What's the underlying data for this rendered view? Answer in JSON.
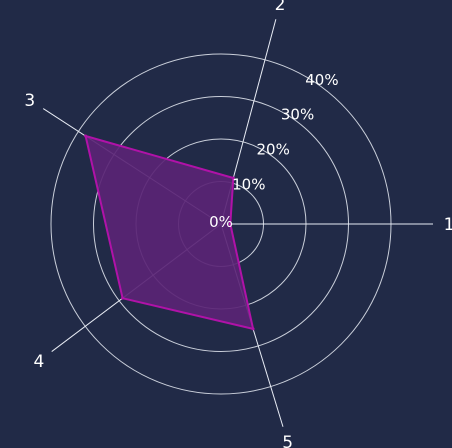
{
  "chart_data": {
    "type": "radar",
    "axes": [
      "1",
      "2",
      "3",
      "4",
      "5"
    ],
    "angles_deg": [
      0,
      75,
      147,
      217,
      287
    ],
    "series": [
      {
        "values": [
          2.2,
          11.2,
          38.0,
          29.0,
          25.8
        ]
      }
    ],
    "radial_ticks": [
      {
        "value": 0,
        "label": "0%"
      },
      {
        "value": 10,
        "label": "10%"
      },
      {
        "value": 20,
        "label": "20%"
      },
      {
        "value": 30,
        "label": "30%"
      },
      {
        "value": 40,
        "label": "40%"
      }
    ],
    "rmax": 50,
    "grid": true,
    "colors": {
      "background": "#212a47",
      "grid": "#e8ecf5",
      "fill": "#5a2475",
      "stroke": "#b012a8"
    }
  }
}
